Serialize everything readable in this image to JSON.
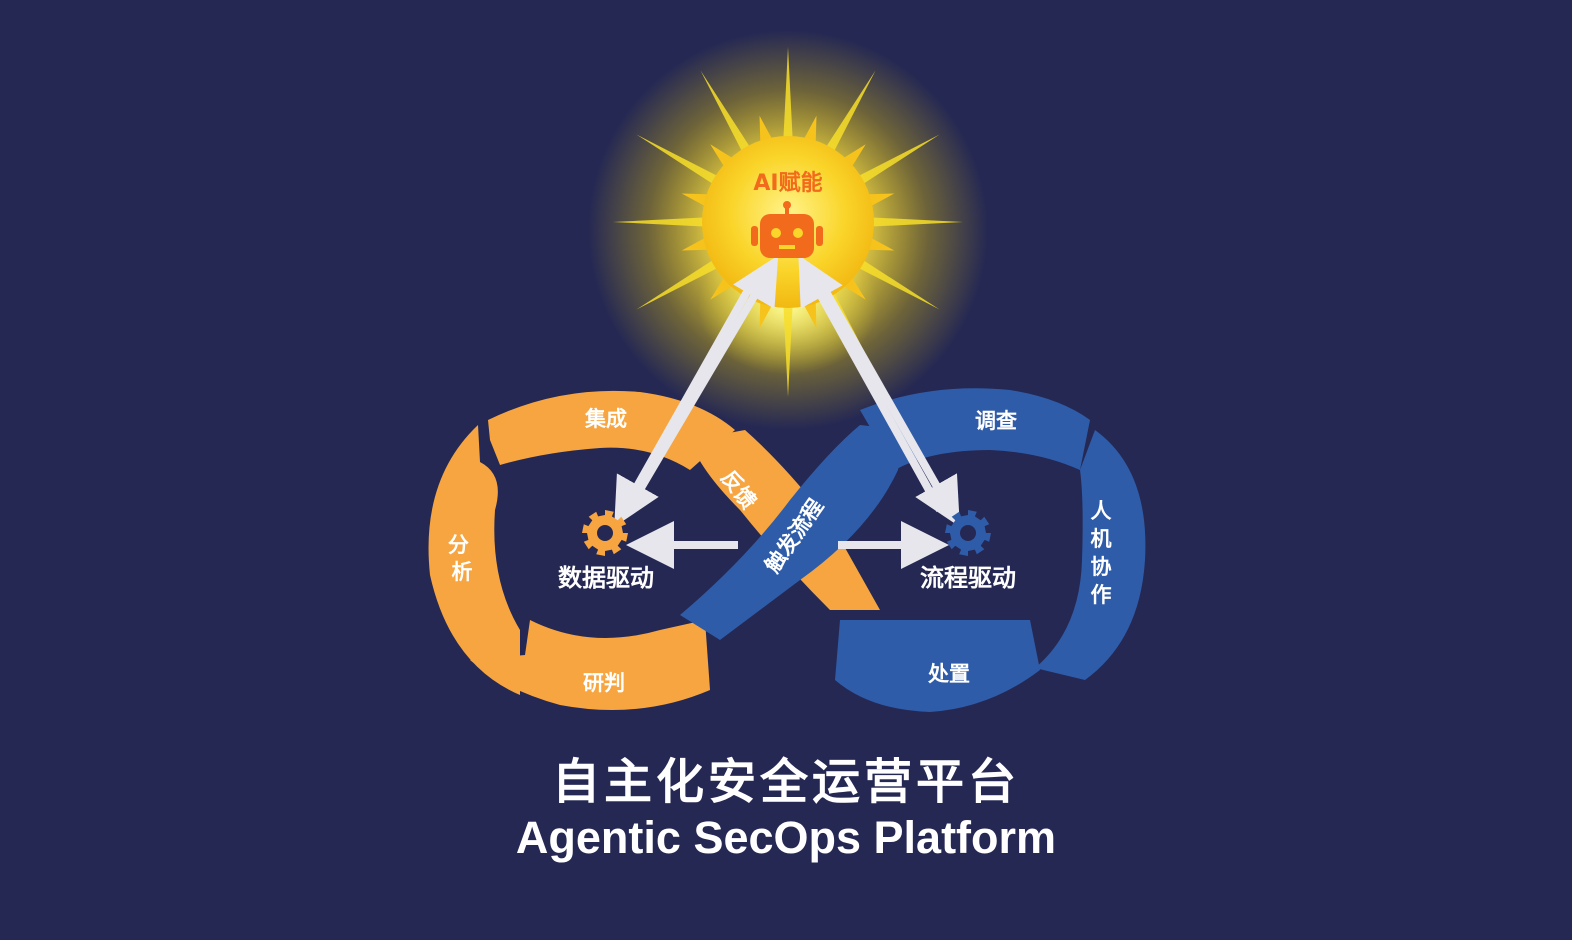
{
  "colors": {
    "background": "#252853",
    "orange": "#F6A540",
    "blue": "#2F5CA8",
    "sun_core": "#F7C61A",
    "robot": "#F26A1B",
    "arrow": "#E6E6EC",
    "text": "#FFFFFF"
  },
  "sun": {
    "label": "AI赋能",
    "icon": "robot-icon"
  },
  "left_loop": {
    "segments": {
      "top": "集成",
      "left": "分析",
      "bottom": "研判",
      "diagonal": "反馈"
    },
    "hub_label": "数据驱动",
    "hub_icon": "gear-icon"
  },
  "right_loop": {
    "segments": {
      "top": "调查",
      "right": "人机协作",
      "bottom": "处置",
      "diagonal": "触发流程"
    },
    "hub_label": "流程驱动",
    "hub_icon": "gear-icon"
  },
  "title": {
    "chinese": "自主化安全运营平台",
    "english": "Agentic SecOps Platform"
  }
}
